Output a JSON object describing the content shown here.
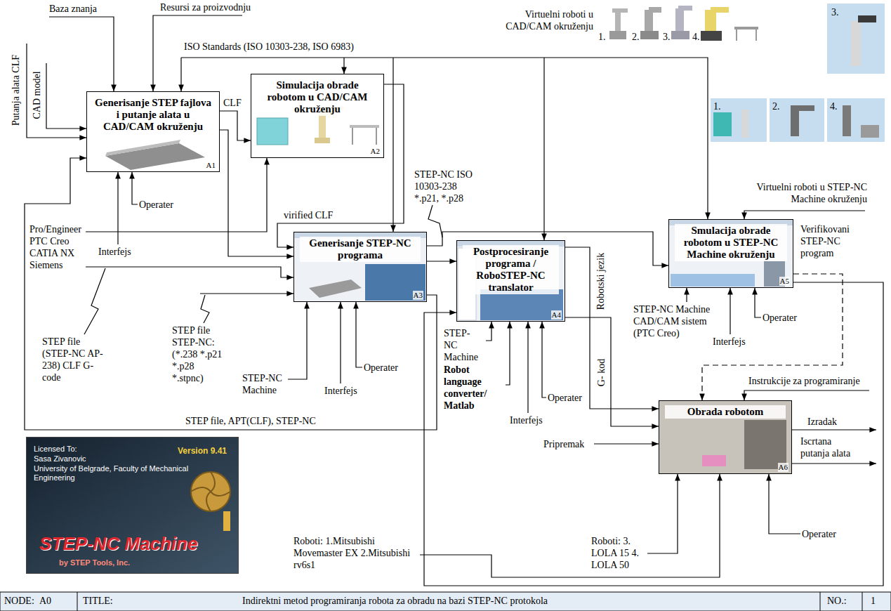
{
  "diagram": {
    "title": "Indirektni metod programiranja robota za obradu na bazi STEP-NC protokola",
    "nodes": [
      {
        "text": [
          "Generisanje STEP fajlova i putanje alata u CAD/CAM okruženju",
          "A1"
        ]
      },
      {
        "text": [
          "Simulacija obrade robotom u CAD/CAM okruženju",
          "A2"
        ]
      },
      {
        "text": [
          "Generisanje STEP-NC programa",
          "A3"
        ]
      },
      {
        "text": [
          "Postprocesiranje programa / RoboSTEP-NC translator",
          "A4"
        ]
      },
      {
        "text": [
          "Smulacija obrade robotom u STEP-NC Machine okruženju",
          "A5"
        ]
      },
      {
        "text": [
          "Obrada robotom",
          "A6"
        ]
      },
      {
        "text": [
          "Licensed To:",
          "Sasa Zivanovic",
          "University of Belgrade, Faculty of Mechanical Engineering",
          "Version 9.41",
          "STEP-NC Machine",
          "by STEP Tools, Inc."
        ]
      }
    ],
    "edges": [
      {
        "from": 0,
        "to": 1,
        "arrow": "to",
        "label": "CLF"
      },
      {
        "from": 1,
        "to": 2,
        "arrow": "to",
        "label": "virified CLF"
      },
      {
        "from": 0,
        "to": 2,
        "arrow": "to"
      },
      {
        "from": 2,
        "to": 3,
        "arrow": "to"
      },
      {
        "from": 2,
        "to": 4,
        "arrow": "to",
        "label": "STEP-NC ISO 10303-238 *.p21, *.p28"
      },
      {
        "from": 2,
        "to": 0,
        "arrow": "to",
        "label": "STEP file, APT(CLF), STEP-NC"
      },
      {
        "from": 3,
        "to": 5,
        "arrow": "to",
        "label": "Robotski jezik"
      },
      {
        "from": 3,
        "to": 5,
        "arrow": "to",
        "label": "G- kod"
      },
      {
        "from": 4,
        "to": 5,
        "arrow": "to",
        "label": "Verifikovani STEP-NC program"
      },
      {
        "from": 4,
        "to": 3,
        "arrow": "to"
      }
    ],
    "labels": [
      "Baza znanja",
      "Resursi za proizvodnju",
      "ISO Standards (ISO 10303-238, ISO 6983)",
      "Putanja alata CLF",
      "CAD model",
      "Virtuelni roboti u CAD/CAM okruženju",
      "1.",
      "2.",
      "3.",
      "4.",
      "3.",
      "1.",
      "2.",
      "4.",
      "Operater",
      "Interfejs",
      "Pro/Engineer PTC Creo CATIA NX Siemens",
      "STEP file (STEP-NC AP-238) CLF G-code",
      "STEP file STEP-NC: (*.238 *.p21 *.p28 *.stpnc)",
      "STEP-NC Machine",
      "Interfejs",
      "Operater",
      "STEP-NC Machine",
      "Robot language converter/ Matlab",
      "Interfejs",
      "Operater",
      "Virtuelni roboti u STEP-NC Machine okruženju",
      "STEP-NC Machine CAD/CAM sistem (PTC Creo)",
      "Interfejs",
      "Operater",
      "Instrukcije za programiranje",
      "Izradak",
      "Iscrtana putanja alata",
      "Pripremak",
      "Roboti: 1.Mitsubishi Movemaster EX 2.Mitsubishi rv6s1",
      "Roboti: 3. LOLA 15 4. LOLA 50",
      "Operater",
      "NODE:",
      "A0",
      "TITLE:",
      "NO.:",
      "1"
    ]
  }
}
